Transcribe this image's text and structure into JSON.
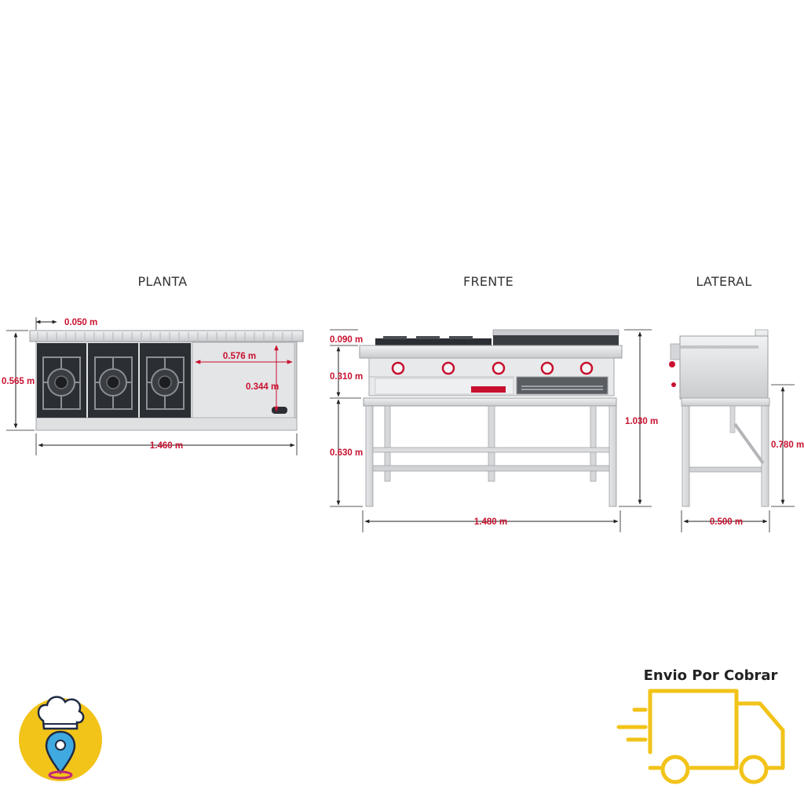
{
  "colors": {
    "dimension": "#c8102e",
    "steel": "#d9dadc",
    "steel_dark": "#a9abae",
    "grate": "#2b2e33",
    "truck": "#f2c318",
    "logo_bg": "#f2c318",
    "pin": "#3fa9e0"
  },
  "views": {
    "planta": {
      "title": "PLANTA",
      "dims": {
        "width": "1.460 m",
        "depth": "0.565 m",
        "back": "0.050 m",
        "plate_width": "0.576 m",
        "plate_depth": "0.344 m"
      }
    },
    "frente": {
      "title": "FRENTE",
      "dims": {
        "top": "0.090 m",
        "body": "0.310 m",
        "legs": "0.630 m",
        "total_height": "1.030 m",
        "width": "1.480 m"
      }
    },
    "lateral": {
      "title": "LATERAL",
      "dims": {
        "table_height": "0.780 m",
        "depth": "0.500 m"
      }
    }
  },
  "shipping": {
    "label": "Envio Por Cobrar",
    "icon": "delivery-truck-icon"
  },
  "logo": {
    "icon": "chef-location-pin-icon"
  }
}
